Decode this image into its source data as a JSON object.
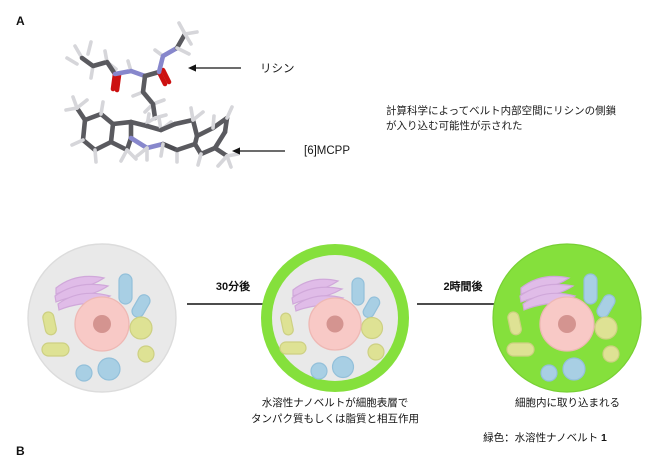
{
  "panels": {
    "a": {
      "label": "A",
      "annotations": [
        {
          "id": "lysine",
          "label": "リシン"
        },
        {
          "id": "mcpp",
          "label": "[6]MCPP"
        }
      ],
      "note": "計算科学によってベルト内部空間にリシンの側鎖\nが入り込む可能性が示された",
      "molecule": {
        "name": "lysine-in-[6]MCPP-complex",
        "atom_colors": {
          "carbon": "#5a5a5f",
          "hydrogen": "#d8d8dc",
          "nitrogen": "#8080c8",
          "oxygen": "#cc1111"
        }
      }
    },
    "b": {
      "label": "B",
      "steps": [
        {
          "id": "step-1",
          "label": "30分後"
        },
        {
          "id": "step-2",
          "label": "2時間後"
        }
      ],
      "cells": [
        {
          "id": "cell-1",
          "state": "untreated",
          "membrane_color": "#e9e9e9",
          "cytoplasm_color": "#e9e9e9",
          "caption": ""
        },
        {
          "id": "cell-2",
          "state": "surface-bound",
          "membrane_color": "#85e03c",
          "cytoplasm_color": "#e9e9e9",
          "caption": "水溶性ナノベルトが細胞表層で\nタンパク質もしくは脂質と相互作用"
        },
        {
          "id": "cell-3",
          "state": "internalized",
          "membrane_color": "#85e03c",
          "cytoplasm_color": "#85e03c",
          "caption": "細胞内に取り込まれる"
        }
      ],
      "organelle_colors": {
        "nucleus": "#f8c9c6",
        "nucleolus": "#d49490",
        "golgi": "#e0bce8",
        "mitochondria_blue": "#a8cfe4",
        "vesicle_yellow": "#dee294"
      },
      "legend": {
        "prefix": "緑色：水溶性ナノベルト ",
        "compound_number": "1"
      }
    }
  }
}
